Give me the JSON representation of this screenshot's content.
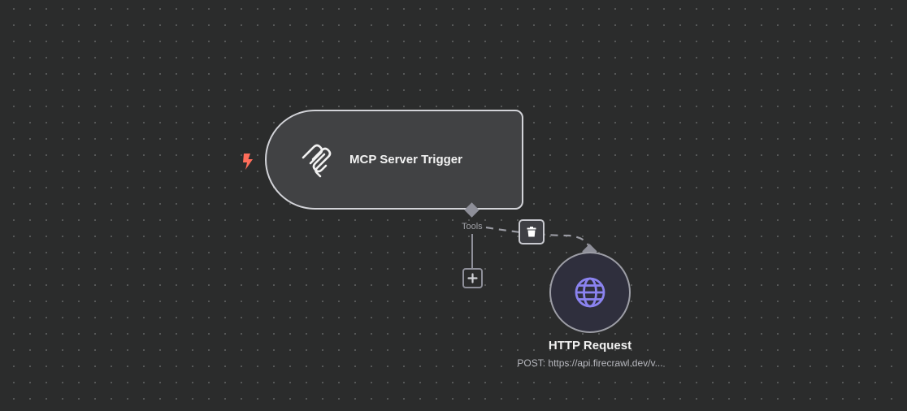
{
  "canvas": {
    "background": "#2b2c2c",
    "dot_color": "#5c5e5e"
  },
  "trigger_node": {
    "title": "MCP Server Trigger",
    "icon": "mcp-logo-icon",
    "trigger_badge_icon": "lightning-bolt-icon",
    "badge_color": "#ff6d5a"
  },
  "connection": {
    "output_label": "Tools",
    "style": "dashed",
    "delete_icon": "trash-icon",
    "add_icon": "plus-icon"
  },
  "http_node": {
    "title": "HTTP Request",
    "subtitle": "POST: https://api.firecrawl.dev/v...",
    "icon": "globe-icon",
    "icon_color": "#8b83f0"
  }
}
